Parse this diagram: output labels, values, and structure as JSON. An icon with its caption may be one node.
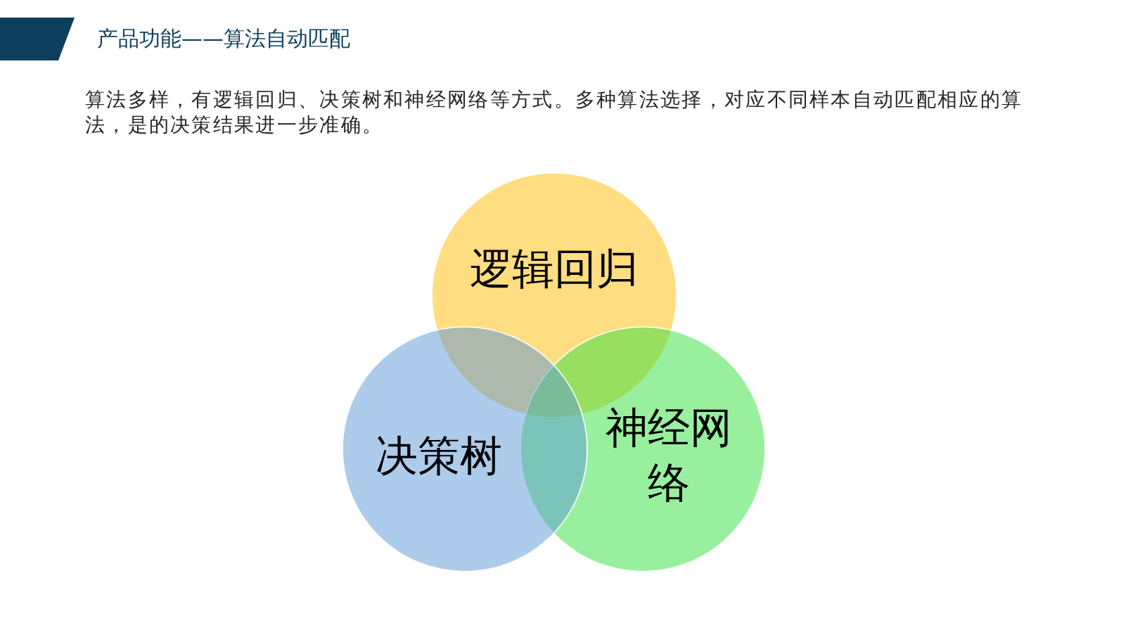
{
  "diagram": {
    "title": "产品功能——算法自动匹配",
    "nodes": [
      {
        "text": [
          "逻辑回归"
        ]
      },
      {
        "text": [
          "决策树"
        ]
      },
      {
        "text": [
          "神经网络"
        ]
      }
    ],
    "labels": [
      "算法多样，有逻辑回归、决策树和神经网络等方式。多种算法选择，对应不同样本自动匹配相应的算法，是的决策结果进一步准确。"
    ]
  }
}
